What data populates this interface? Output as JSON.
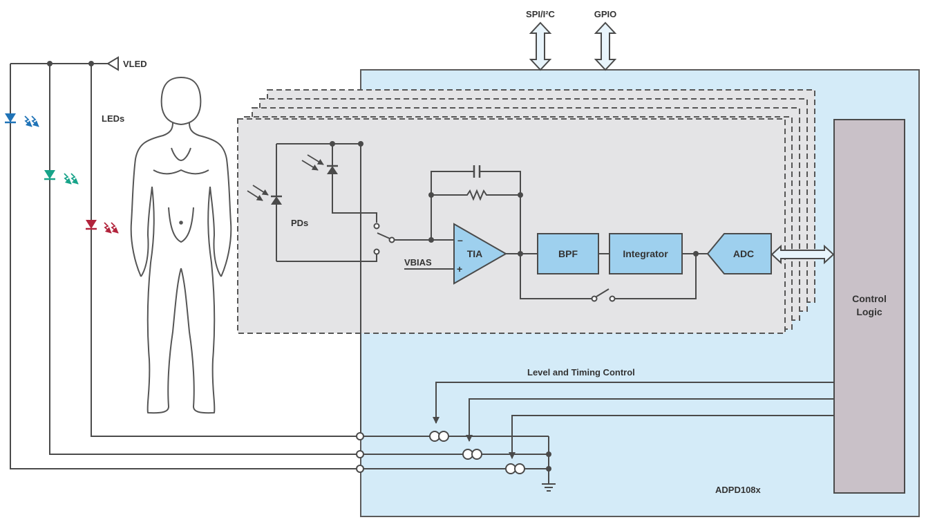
{
  "labels": {
    "spi": "SPI/I²C",
    "gpio": "GPIO",
    "vled": "VLED",
    "leds": "LEDs",
    "pds": "PDs",
    "vbias": "VBIAS",
    "minus": "–",
    "plus": "+",
    "tia": "TIA",
    "bpf": "BPF",
    "integrator": "Integrator",
    "adc": "ADC",
    "control_logic_1": "Control",
    "control_logic_2": "Logic",
    "level_timing": "Level and Timing Control",
    "chip": "ADPD108x"
  },
  "colors": {
    "chip_fill": "#d4ebf8",
    "chip_border": "#5a5a5a",
    "block_fill": "#9ed0ee",
    "control_fill": "#c9c1c8",
    "channel_fill": "#e4e4e6",
    "arrow_fill": "#e8f4fb",
    "led_blue": "#1f73b7",
    "led_green": "#17a389",
    "led_red": "#b2243c",
    "wire": "#4a4a4a"
  },
  "icons": {
    "body": "human-body-outline-icon",
    "led": "led-diode-icon",
    "photodiode": "photodiode-icon",
    "current_source": "current-source-icon",
    "ground": "ground-icon",
    "switch": "switch-icon"
  }
}
